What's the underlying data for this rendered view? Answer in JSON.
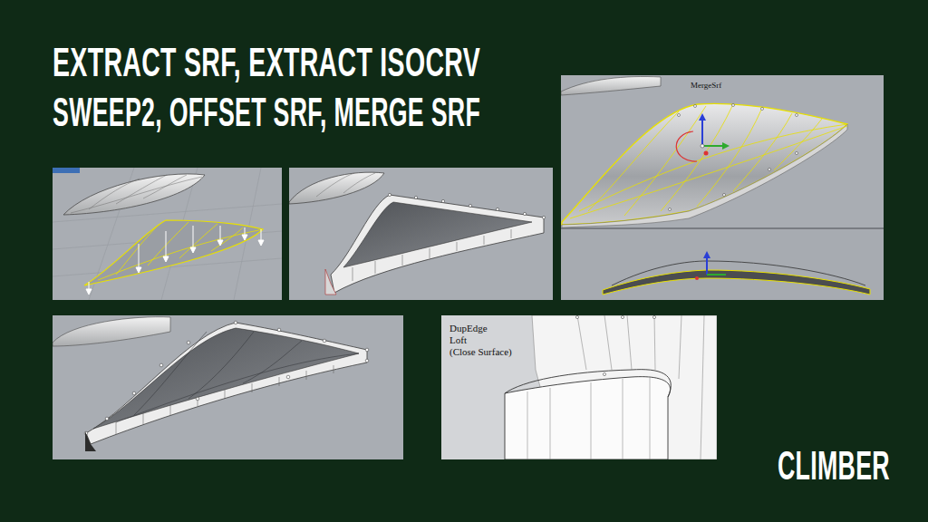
{
  "diagram": {
    "title": "EXTRACT SRF, EXTRACT ISOCRV",
    "labels": [
      "SWEEP2, OFFSET SRF, MERGE SRF",
      "MergeSrf",
      "DupEdge",
      "Loft",
      "(Close Surface)",
      "CLIMBER"
    ]
  }
}
